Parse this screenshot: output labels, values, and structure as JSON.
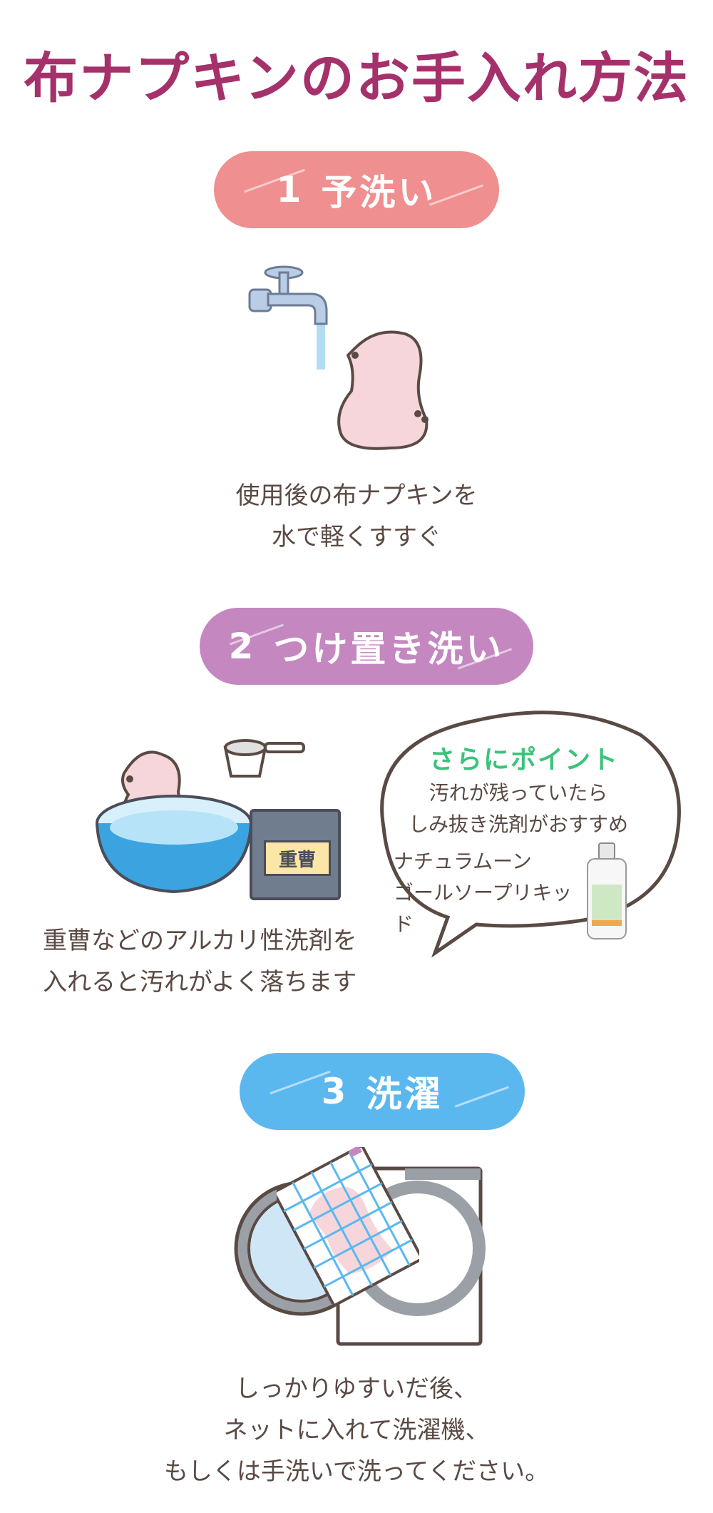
{
  "title": "布ナプキンのお手入れ方法",
  "steps": [
    {
      "number": "1",
      "heading": "予洗い",
      "caption_lines": [
        "使用後の布ナプキンを",
        "水で軽くすすぐ"
      ]
    },
    {
      "number": "2",
      "heading": "つけ置き洗い",
      "caption_lines": [
        "重曹などのアルカリ性洗剤を",
        "入れると汚れがよく落ちます"
      ],
      "box_label": "重曹",
      "tip": {
        "heading": "さらにポイント",
        "lines": [
          "汚れが残っていたら",
          "しみ抜き洗剤がおすすめ"
        ],
        "product_lines": [
          "ナチュラムーン",
          "ゴールソープリキッド"
        ]
      }
    },
    {
      "number": "3",
      "heading": "洗濯",
      "caption_lines": [
        "しっかりゆすいだ後、",
        "ネットに入れて洗濯機、",
        "もしくは手洗いで洗ってください。"
      ]
    }
  ],
  "colors": {
    "title": "#a5316b",
    "step1": "#ef8f8f",
    "step2": "#c487c0",
    "step3": "#5bb8ef",
    "tip_heading": "#3cc37a",
    "text": "#5a4a44"
  },
  "icons": [
    "faucet-icon",
    "cloth-pad-icon",
    "wash-basin-icon",
    "measuring-scoop-icon",
    "baking-soda-box-icon",
    "detergent-bottle-icon",
    "washing-machine-icon",
    "laundry-net-icon"
  ]
}
